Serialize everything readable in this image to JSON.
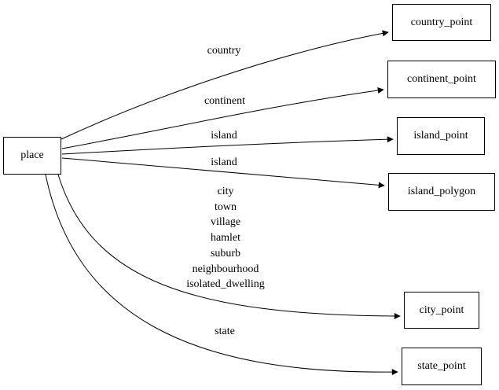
{
  "diagram": {
    "type": "directed-graph",
    "colors": {
      "background": "#ffffff",
      "node_fill": "#ffffff",
      "node_border": "#000000",
      "edge": "#000000",
      "text": "#000000"
    },
    "nodes": {
      "place": {
        "label": "place"
      },
      "country_point": {
        "label": "country_point"
      },
      "continent_point": {
        "label": "continent_point"
      },
      "island_point": {
        "label": "island_point"
      },
      "island_polygon": {
        "label": "island_polygon"
      },
      "city_point": {
        "label": "city_point"
      },
      "state_point": {
        "label": "state_point"
      }
    },
    "edges": [
      {
        "from": "place",
        "to": "country_point"
      },
      {
        "from": "place",
        "to": "continent_point"
      },
      {
        "from": "place",
        "to": "island_point"
      },
      {
        "from": "place",
        "to": "island_polygon"
      },
      {
        "from": "place",
        "to": "city_point"
      },
      {
        "from": "place",
        "to": "state_point"
      }
    ],
    "edge_labels": {
      "country": "country",
      "continent": "continent",
      "island_point": "island",
      "island_polygon": "island",
      "city_lines": [
        "city",
        "town",
        "village",
        "hamlet",
        "suburb",
        "neighbourhood",
        "isolated_dwelling"
      ],
      "state": "state"
    }
  }
}
